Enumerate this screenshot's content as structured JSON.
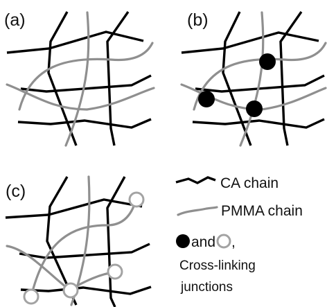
{
  "panels": [
    {
      "label": "(a)"
    },
    {
      "label": "(b)"
    },
    {
      "label": "(c)"
    }
  ],
  "legend": {
    "ca_chain": "CA chain",
    "pmma_chain": "PMMA chain",
    "and_word": "and",
    "comma": ",",
    "junction_line1": "Cross-linking",
    "junction_line2": "junctions"
  },
  "colors": {
    "ca_chain": "#000000",
    "pmma_chain": "#8f8f8f",
    "filled_junction": "#000000",
    "open_junction_stroke": "#a3a3a3"
  }
}
